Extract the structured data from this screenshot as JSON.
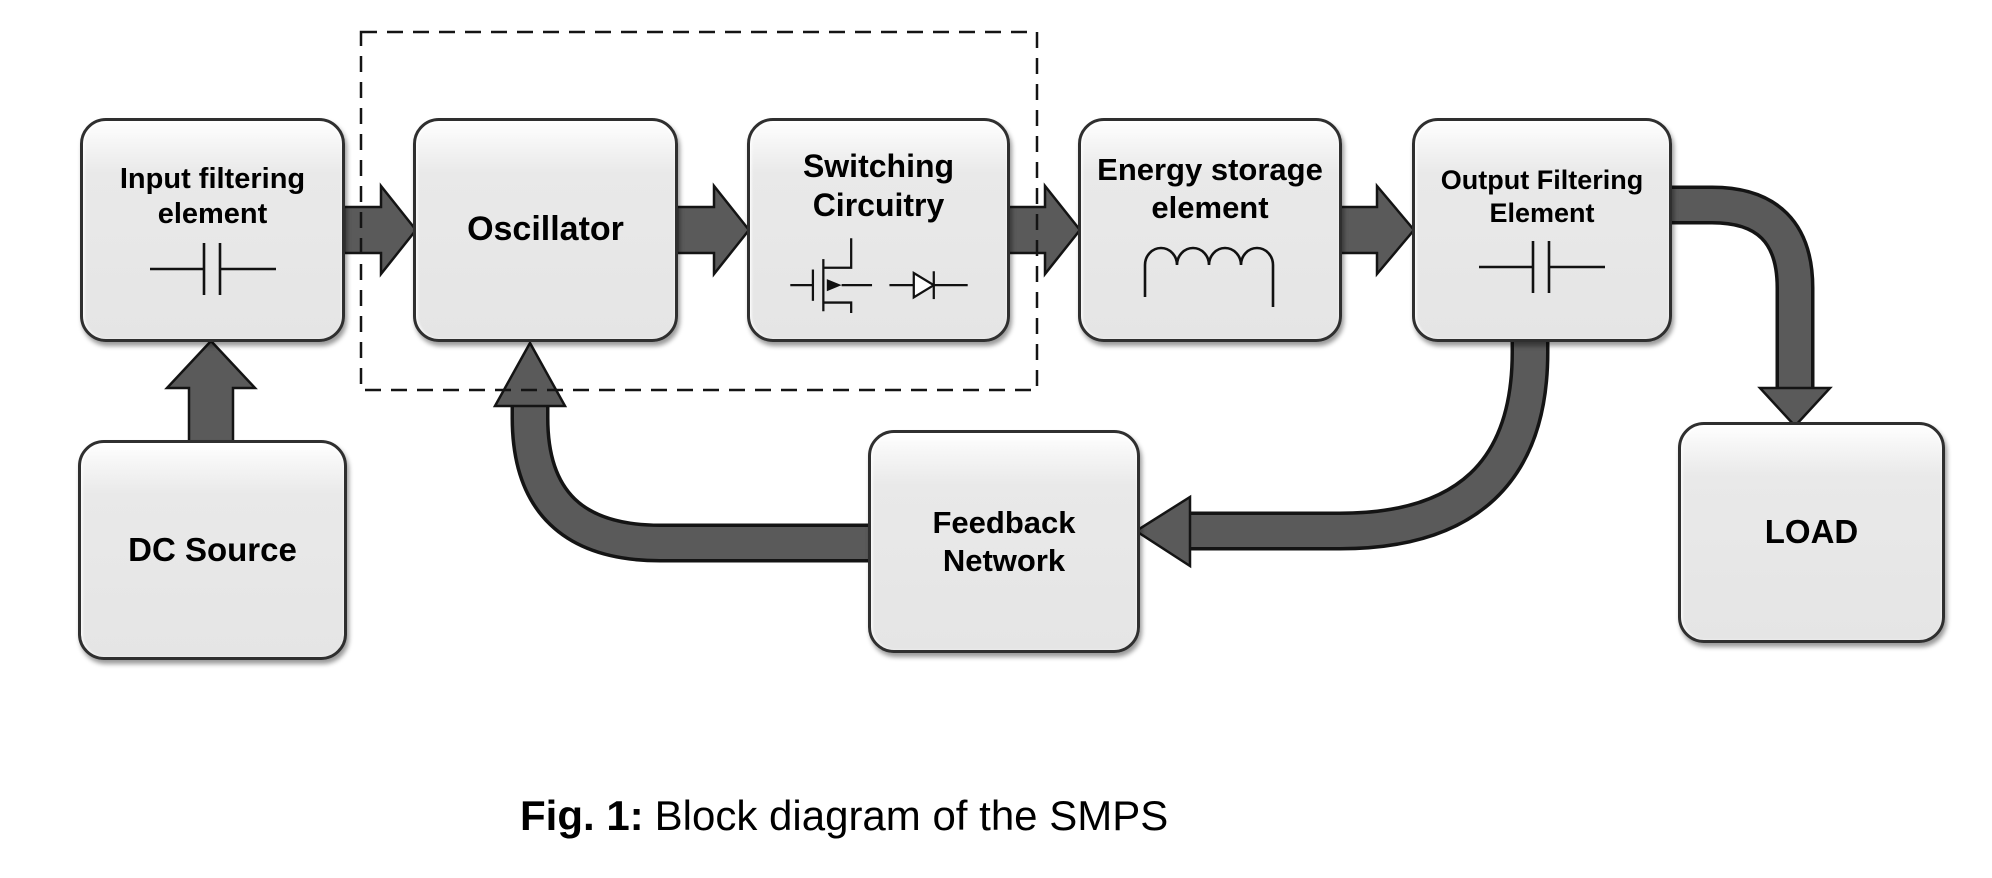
{
  "caption": {
    "label": "Fig. 1:",
    "text": "Block diagram of the SMPS"
  },
  "nodes": {
    "input_filter": {
      "lines": [
        "Input filtering",
        "element"
      ],
      "symbol": "capacitor"
    },
    "oscillator": {
      "lines": [
        "Oscillator"
      ],
      "symbol": ""
    },
    "switching": {
      "lines": [
        "Switching",
        "Circuitry"
      ],
      "symbol": "mosfet-diode"
    },
    "energy_storage": {
      "lines": [
        "Energy storage",
        "element"
      ],
      "symbol": "inductor"
    },
    "output_filter": {
      "lines": [
        "Output Filtering",
        "Element"
      ],
      "symbol": "capacitor"
    },
    "dc_source": {
      "lines": [
        "DC Source"
      ],
      "symbol": ""
    },
    "feedback": {
      "lines": [
        "Feedback",
        "Network"
      ],
      "symbol": ""
    },
    "load": {
      "lines": [
        "LOAD"
      ],
      "symbol": ""
    }
  },
  "edges": [
    {
      "from": "dc_source",
      "to": "input_filter"
    },
    {
      "from": "input_filter",
      "to": "oscillator"
    },
    {
      "from": "oscillator",
      "to": "switching"
    },
    {
      "from": "switching",
      "to": "energy_storage"
    },
    {
      "from": "energy_storage",
      "to": "output_filter"
    },
    {
      "from": "output_filter",
      "to": "load"
    },
    {
      "from": "output_filter",
      "to": "feedback"
    },
    {
      "from": "feedback",
      "to": "oscillator"
    }
  ],
  "group": {
    "members": [
      "oscillator",
      "switching"
    ],
    "style": "dashed"
  },
  "colors": {
    "arrow_fill": "#5a5a5a",
    "arrow_outline": "#141414",
    "node_fill": "#e7e7e7",
    "node_border": "#2f2f2f",
    "background": "#ffffff",
    "text": "#000000"
  }
}
